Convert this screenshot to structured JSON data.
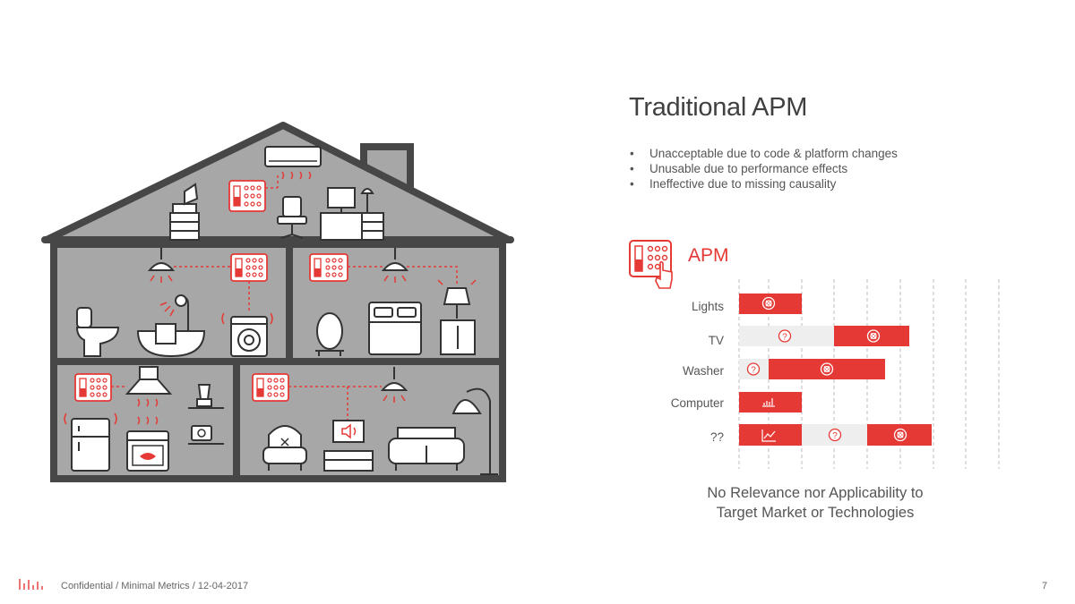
{
  "slide": {
    "title": "Traditional APM",
    "bullets": [
      "Unacceptable due to code & platform changes",
      "Unusable due to performance effects",
      "Ineffective due to missing causality"
    ],
    "apm_label": "APM",
    "categories": [
      "Lights",
      "TV",
      "Washer",
      "Computer",
      "??"
    ],
    "caption_line1": "No Relevance nor Applicability to",
    "caption_line2": "Target Market or Technologies",
    "footer": "Confidential / Minimal Metrics / 12-04-2017",
    "page_number": "7",
    "bullet_symbol": "•"
  },
  "colors": {
    "accent": "#e53935",
    "house_fill": "#a7a7a7",
    "house_outline": "#474747",
    "bar_gray": "#eeeeee"
  }
}
